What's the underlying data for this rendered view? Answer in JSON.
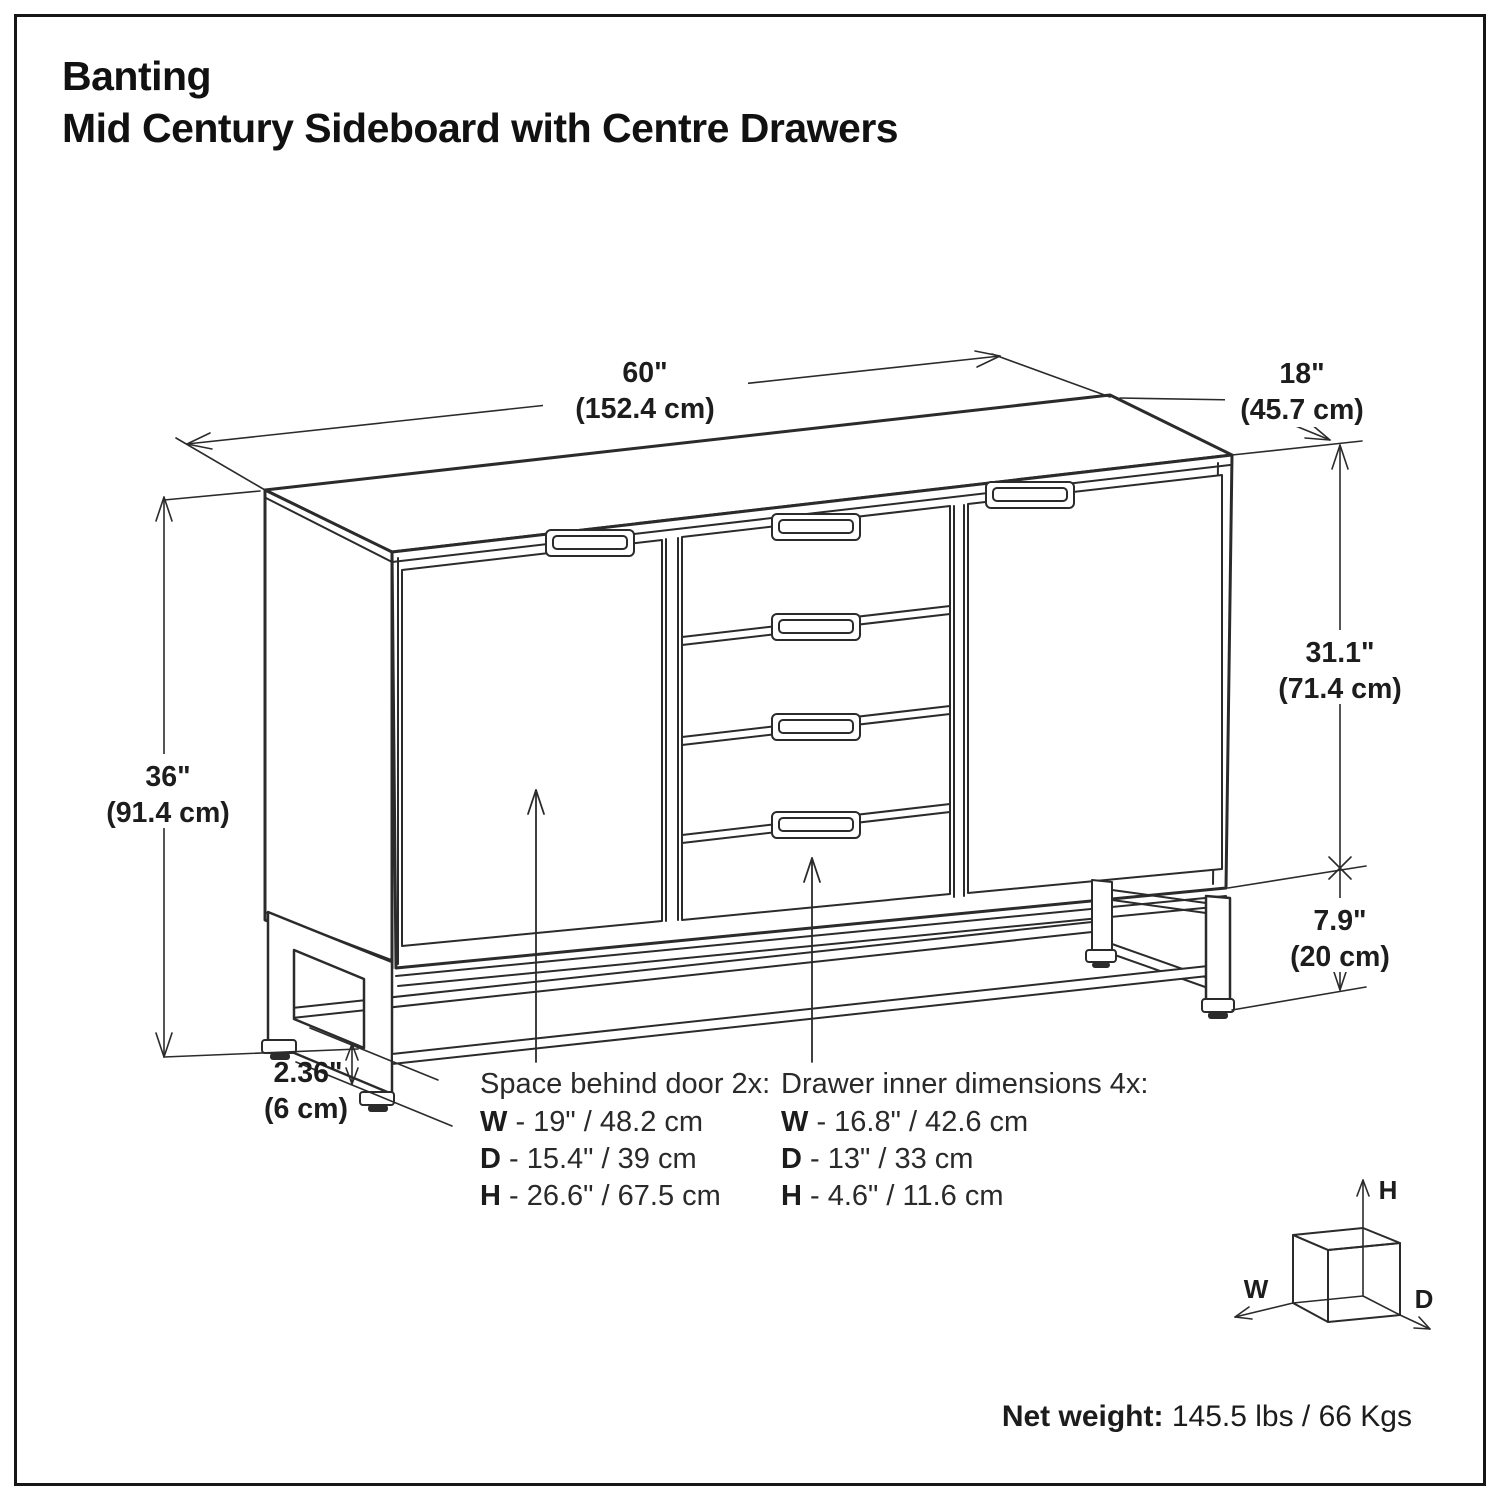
{
  "page": {
    "title_line1": "Banting",
    "title_line2": "Mid Century Sideboard with Centre Drawers"
  },
  "dimensions": {
    "width": {
      "in": "60\"",
      "cm": "(152.4 cm)"
    },
    "depth": {
      "in": "18\"",
      "cm": "(45.7 cm)"
    },
    "height": {
      "in": "36\"",
      "cm": "(91.4 cm)"
    },
    "cabinet_height": {
      "in": "31.1\"",
      "cm": "(71.4 cm)"
    },
    "base_height": {
      "in": "7.9\"",
      "cm": "(20 cm)"
    },
    "leg_clearance": {
      "in": "2.36\"",
      "cm": "(6 cm)"
    }
  },
  "annotations": {
    "door": {
      "heading": "Space behind door 2x:",
      "rows": [
        {
          "label": "W",
          "value": "- 19\" / 48.2 cm"
        },
        {
          "label": "D",
          "value": "- 15.4\" / 39 cm"
        },
        {
          "label": "H",
          "value": "- 26.6\" / 67.5 cm"
        }
      ]
    },
    "drawer": {
      "heading": "Drawer inner dimensions 4x:",
      "rows": [
        {
          "label": "W",
          "value": "- 16.8\" / 42.6 cm"
        },
        {
          "label": "D",
          "value": "- 13\" / 33 cm"
        },
        {
          "label": "H",
          "value": "- 4.6\" / 11.6 cm"
        }
      ]
    }
  },
  "axis_cube": {
    "h": "H",
    "w": "W",
    "d": "D"
  },
  "footer": {
    "net_weight_label": "Net weight:",
    "net_weight_value": "145.5 lbs / 66 Kgs"
  },
  "colors": {
    "line": "#2b2b2b",
    "text": "#1a1a1a",
    "background": "#ffffff"
  }
}
